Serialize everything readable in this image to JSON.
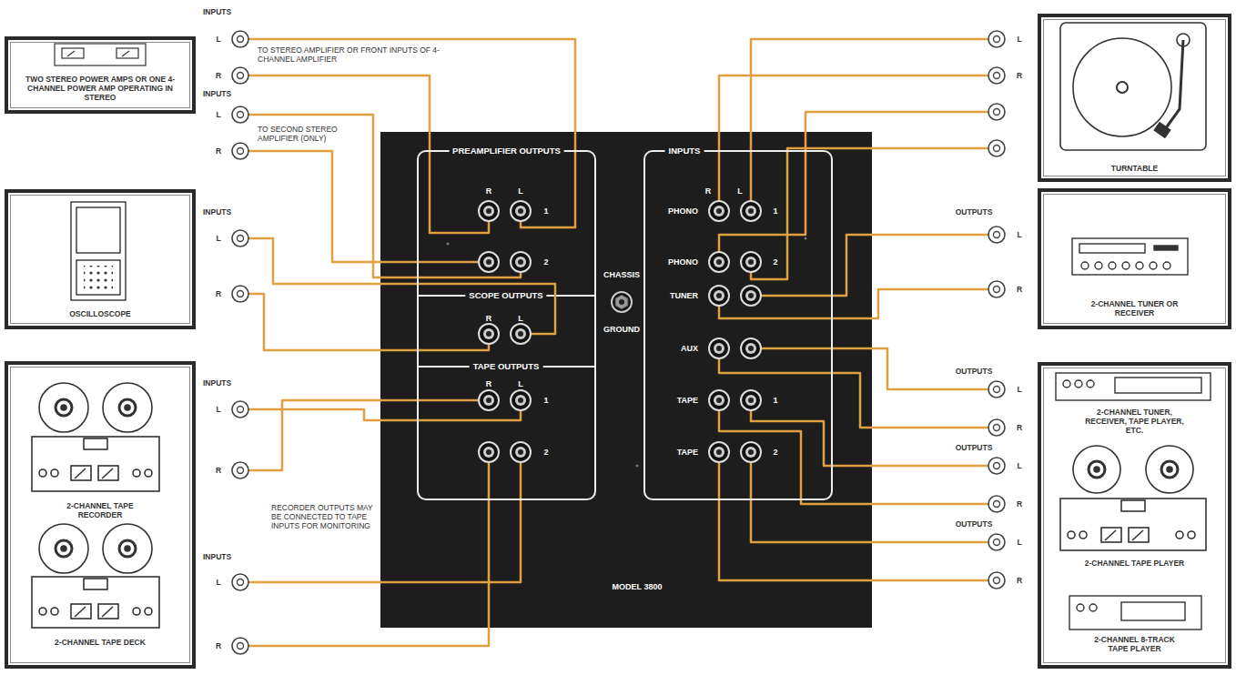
{
  "diagram": {
    "nodes": [
      {
        "text": [
          "TWO STEREO POWER AMPS OR ONE 4-CHANNEL POWER AMP OPERATING IN STEREO"
        ]
      },
      {
        "text": [
          "OSCILLOSCOPE"
        ]
      },
      {
        "text": [
          "2-CHANNEL TAPE RECORDER",
          "2-CHANNEL TAPE DECK"
        ]
      },
      {
        "text": [
          "MODEL 3800"
        ]
      },
      {
        "text": [
          "PREAMPLIFIER OUTPUTS"
        ],
        "in": 3
      },
      {
        "text": [
          "INPUTS"
        ],
        "in": 3
      },
      {
        "text": [
          "TURNTABLE"
        ]
      },
      {
        "text": [
          "2-CHANNEL TUNER OR RECEIVER"
        ]
      },
      {
        "text": [
          "2-CHANNEL TUNER, RECEIVER, TAPE PLAYER, ETC.",
          "2-CHANNEL TAPE PLAYER",
          "2-CHANNEL 8-TRACK TAPE PLAYER"
        ]
      }
    ],
    "labels": [
      "INPUTS",
      "L",
      "R",
      "TO STEREO AMPLIFIER OR FRONT INPUTS OF 4-CHANNEL AMPLIFIER",
      "INPUTS",
      "L",
      "R",
      "TO SECOND STEREO AMPLIFIER (ONLY)",
      "INPUTS",
      "L",
      "R",
      "INPUTS",
      "L",
      "R",
      "RECORDER OUTPUTS MAY BE CONNECTED TO TAPE INPUTS FOR MONITORING",
      "INPUTS",
      "L",
      "R",
      "R",
      "L",
      "1",
      "2",
      "SCOPE OUTPUTS",
      "R",
      "L",
      "TAPE OUTPUTS",
      "R",
      "L",
      "1",
      "2",
      "CHASSIS",
      "GROUND",
      "R",
      "L",
      "PHONO",
      "1",
      "PHONO",
      "2",
      "TUNER",
      "AUX",
      "TAPE",
      "1",
      "TAPE",
      "2",
      "L",
      "R",
      "OUTPUTS",
      "L",
      "R",
      "OUTPUTS",
      "L",
      "R",
      "OUTPUTS",
      "L",
      "R",
      "OUTPUTS",
      "L",
      "R"
    ]
  }
}
